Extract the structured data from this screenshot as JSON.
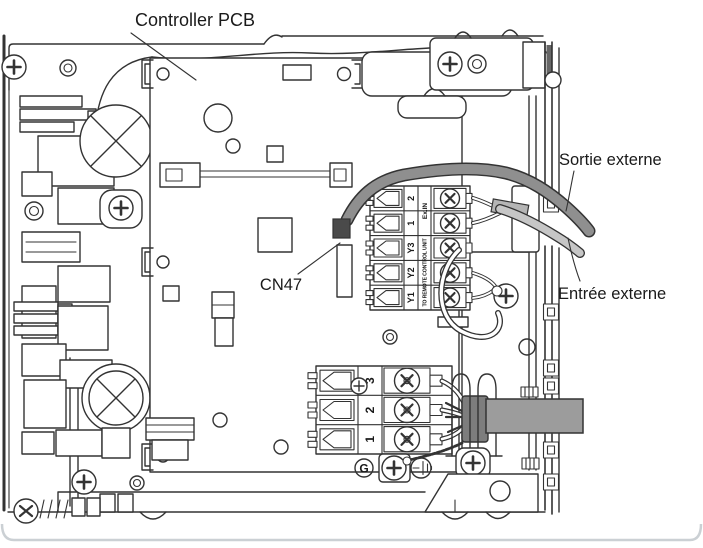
{
  "labels": {
    "controller_pcb": "Controller PCB",
    "cn47": "CN47",
    "sortie_externe": "Sortie externe",
    "entree_externe": "Entrée externe"
  },
  "terminal_strip": {
    "terminals": [
      "2",
      "1",
      "Y3",
      "Y2",
      "Y1"
    ],
    "group_top": "Ex.IN",
    "group_bottom": "TO REMOTE CONTROL UNIT"
  },
  "power_block": {
    "terminals": [
      "3",
      "2",
      "1"
    ],
    "ground": "G"
  },
  "colors": {
    "output_cable": "#8f8f8f",
    "input_cable": "#c6c6c6",
    "cn47_cable": "#a8a8a8",
    "power_cable": "#9c9c9c",
    "sleeve": "#b5b5b5",
    "connector_fill": "#4a4a4a",
    "page_border": "#cbd0d4"
  }
}
